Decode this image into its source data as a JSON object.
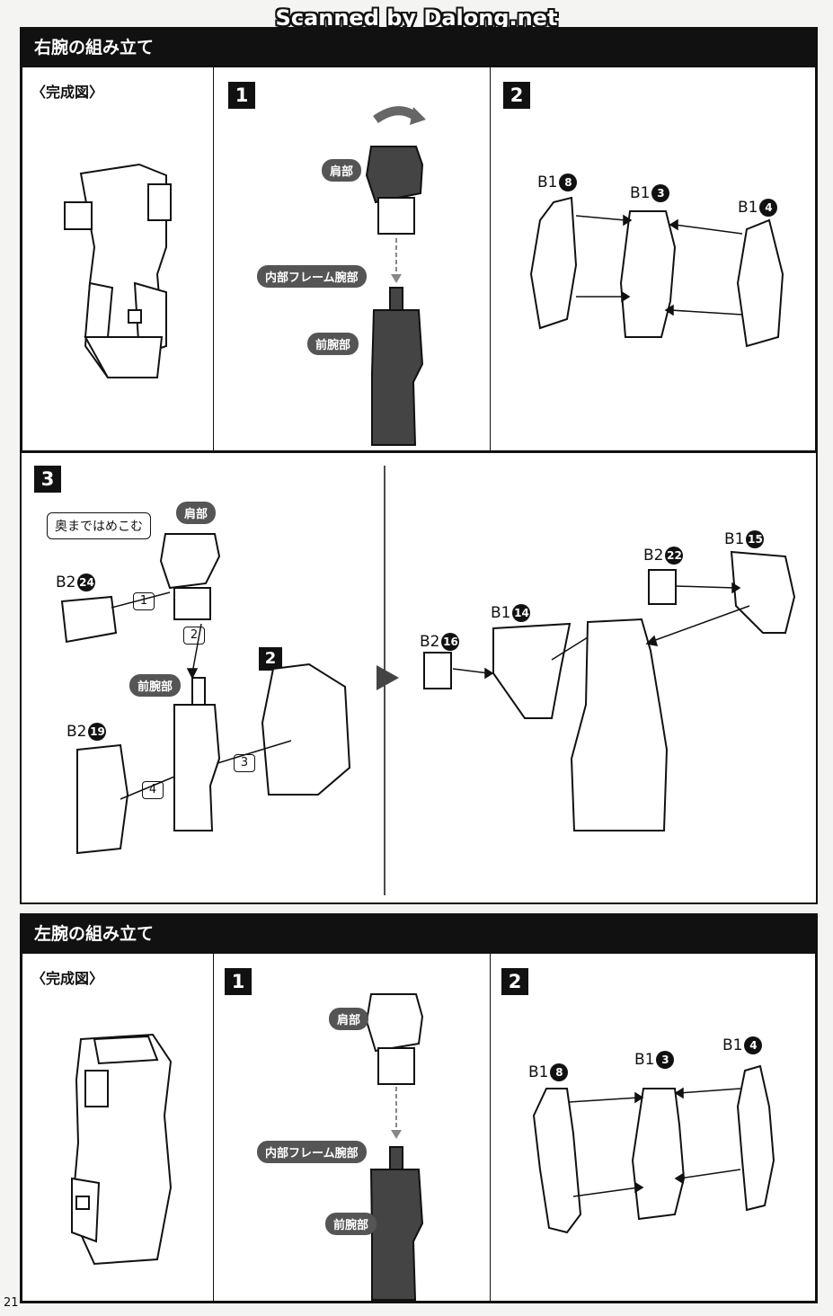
{
  "watermark": "Scanned by Dalong.net",
  "right_arm": {
    "title": "右腕の組み立て",
    "complete_label": "〈完成図〉",
    "step1": {
      "number": "1",
      "shoulder": "肩部",
      "inner_frame": "内部フレーム腕部",
      "forearm": "前腕部"
    },
    "step2": {
      "number": "2",
      "left_part": "B1",
      "left_num": "8",
      "center_part": "B1",
      "center_num": "3",
      "right_part": "B1",
      "right_num": "4"
    },
    "step3": {
      "number": "3",
      "callout": "奥まではめこむ",
      "shoulder": "肩部",
      "forearm": "前腕部",
      "b2_24_part": "B2",
      "b2_24_num": "24",
      "b2_19_part": "B2",
      "b2_19_num": "19",
      "ref_step": "2",
      "order": [
        "1",
        "2",
        "3",
        "4"
      ],
      "b2_22_part": "B2",
      "b2_22_num": "22",
      "b1_15_part": "B1",
      "b1_15_num": "15",
      "b1_14_part": "B1",
      "b1_14_num": "14",
      "b2_16_part": "B2",
      "b2_16_num": "16"
    }
  },
  "left_arm": {
    "title": "左腕の組み立て",
    "complete_label": "〈完成図〉",
    "step1": {
      "number": "1",
      "shoulder": "肩部",
      "inner_frame": "内部フレーム腕部",
      "forearm": "前腕部"
    },
    "step2": {
      "number": "2",
      "left_part": "B1",
      "left_num": "8",
      "center_part": "B1",
      "center_num": "3",
      "right_part": "B1",
      "right_num": "4"
    }
  },
  "page_number": "21"
}
